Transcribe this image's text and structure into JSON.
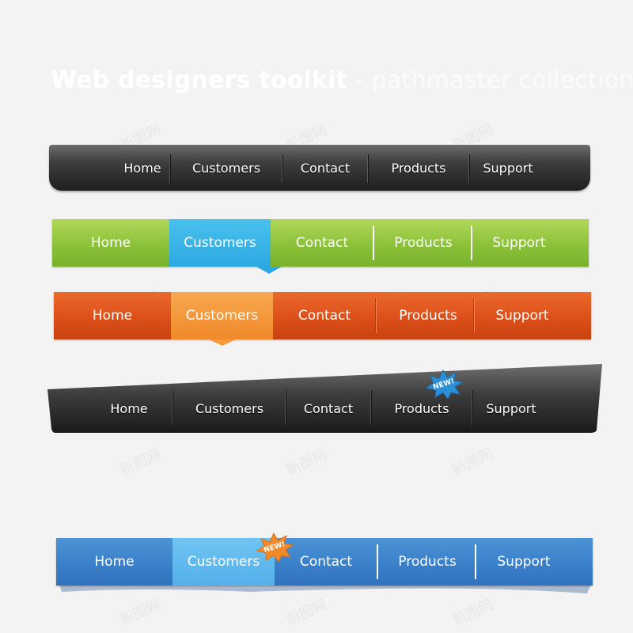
{
  "title": {
    "bold": "Web designers toolkit",
    "light": "- pathmaster collection"
  },
  "watermark_text": "新图网",
  "navbars": [
    {
      "style": "dark-rounded",
      "items": [
        "Home",
        "Customers",
        "Contact",
        "Products",
        "Support"
      ]
    },
    {
      "style": "green",
      "active": "Customers",
      "active_color": "#2ea8e0",
      "items": [
        "Home",
        "Customers",
        "Contact",
        "Products",
        "Support"
      ]
    },
    {
      "style": "orange",
      "active": "Customers",
      "active_color": "#f1892a",
      "items": [
        "Home",
        "Customers",
        "Contact",
        "Products",
        "Support"
      ]
    },
    {
      "style": "dark-slanted",
      "badge": {
        "text": "NEW!",
        "on": "Products",
        "color": "#2b8fd6"
      },
      "items": [
        "Home",
        "Customers",
        "Contact",
        "Products",
        "Support"
      ]
    },
    {
      "style": "blue",
      "active": "Customers",
      "active_color": "#55b0ea",
      "badge": {
        "text": "NEW!",
        "on": "Customers",
        "color": "#f28a2c"
      },
      "items": [
        "Home",
        "Customers",
        "Contact",
        "Products",
        "Support"
      ]
    }
  ]
}
